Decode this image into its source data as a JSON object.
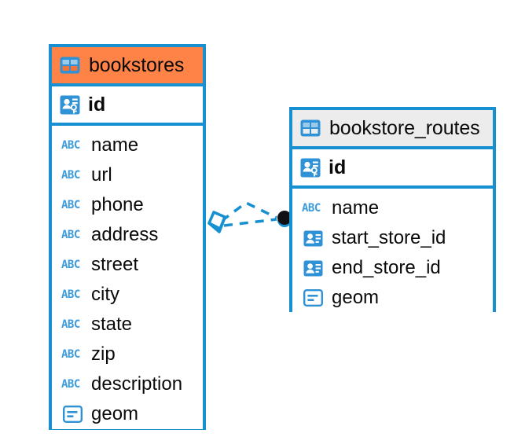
{
  "diagram": {
    "type": "entity-relationship-diagram",
    "background_color": "#FFFFFF",
    "border_color": "#1690D0",
    "selected_header_color": "#FF8246",
    "header_color": "#ECECEC",
    "icon_color": "#3C9BDC",
    "connector_color": "#1690D0"
  },
  "tables": [
    {
      "name": "bookstores",
      "header_icon": "table-grid-icon",
      "selected": true,
      "primary_key": {
        "label": "id",
        "icon": "primary-key-icon"
      },
      "fields": [
        {
          "label": "name",
          "icon": "abc-text-icon",
          "icon_text": "ABC"
        },
        {
          "label": "url",
          "icon": "abc-text-icon",
          "icon_text": "ABC"
        },
        {
          "label": "phone",
          "icon": "abc-text-icon",
          "icon_text": "ABC"
        },
        {
          "label": "address",
          "icon": "abc-text-icon",
          "icon_text": "ABC"
        },
        {
          "label": "street",
          "icon": "abc-text-icon",
          "icon_text": "ABC"
        },
        {
          "label": "city",
          "icon": "abc-text-icon",
          "icon_text": "ABC"
        },
        {
          "label": "state",
          "icon": "abc-text-icon",
          "icon_text": "ABC"
        },
        {
          "label": "zip",
          "icon": "abc-text-icon",
          "icon_text": "ABC"
        },
        {
          "label": "description",
          "icon": "abc-text-icon",
          "icon_text": "ABC"
        },
        {
          "label": "geom",
          "icon": "geometry-icon"
        }
      ]
    },
    {
      "name": "bookstore_routes",
      "header_icon": "table-grid-icon",
      "selected": false,
      "primary_key": {
        "label": "id",
        "icon": "primary-key-icon"
      },
      "fields": [
        {
          "label": "name",
          "icon": "abc-text-icon",
          "icon_text": "ABC"
        },
        {
          "label": "start_store_id",
          "icon": "foreign-key-icon"
        },
        {
          "label": "end_store_id",
          "icon": "foreign-key-icon"
        },
        {
          "label": "geom",
          "icon": "geometry-icon"
        }
      ]
    }
  ],
  "relationship": {
    "source_endpoint": "diamond-handle",
    "target_endpoint": "filled-circle-handle",
    "line_style": "dashed"
  }
}
